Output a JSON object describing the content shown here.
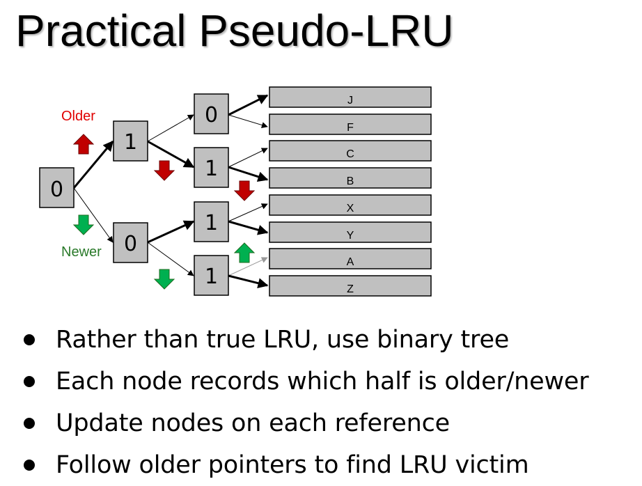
{
  "title": "Practical Pseudo-LRU",
  "diagram": {
    "root": "0",
    "level1": [
      "1",
      "0"
    ],
    "level2": [
      "0",
      "1",
      "1",
      "1"
    ],
    "ways": [
      "J",
      "F",
      "C",
      "B",
      "X",
      "Y",
      "A",
      "Z"
    ],
    "older_label": "Older",
    "newer_label": "Newer",
    "colors": {
      "older": "#e00000",
      "newer": "#2a7a2a",
      "red_arrow": "#c00000",
      "green_arrow": "#00b050",
      "node_fill": "#c0c0c0"
    }
  },
  "bullets": [
    "Rather than true LRU, use binary tree",
    "Each node records which half is older/newer",
    "Update nodes on each reference",
    "Follow older pointers to find LRU victim"
  ]
}
